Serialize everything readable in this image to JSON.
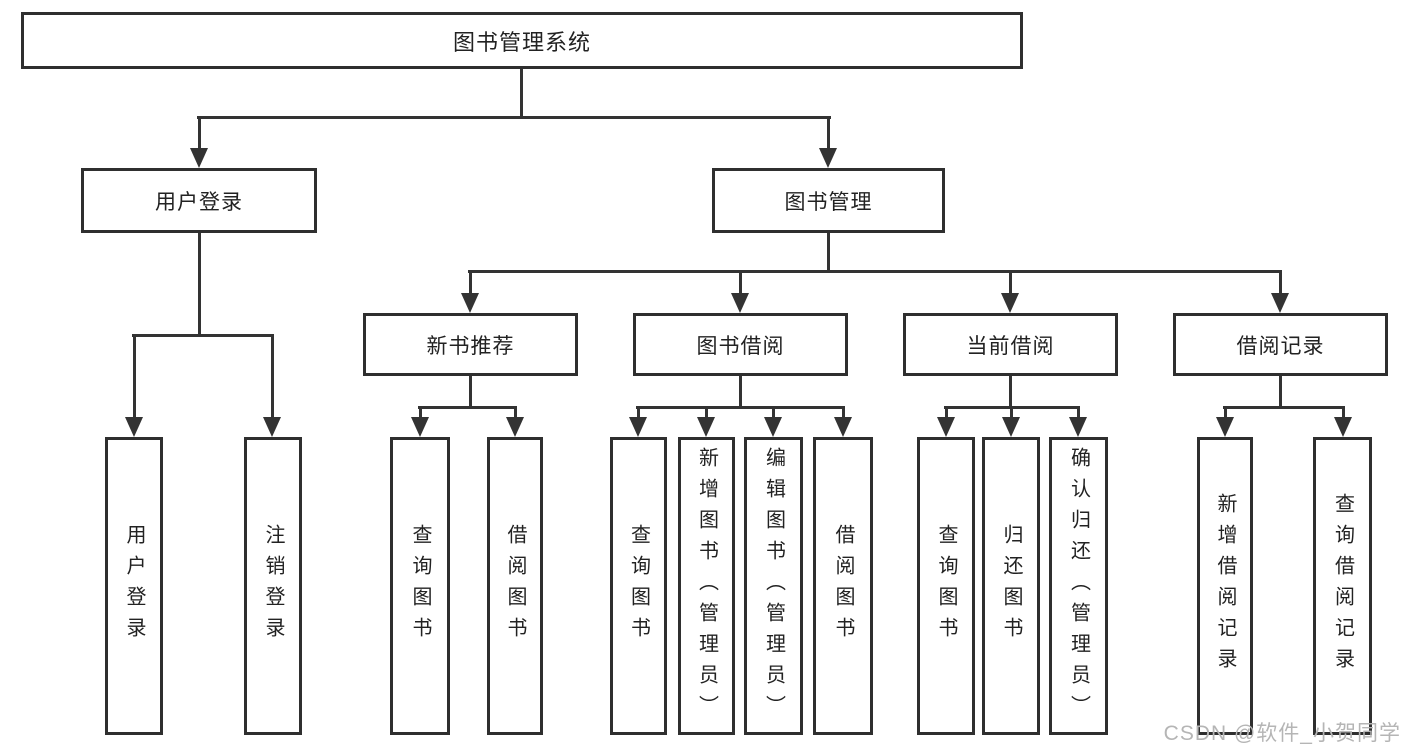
{
  "diagram": {
    "root": {
      "label": "图书管理系统"
    },
    "level2": [
      {
        "id": "user-login",
        "label": "用户登录"
      },
      {
        "id": "book-management",
        "label": "图书管理"
      }
    ],
    "level3": [
      {
        "id": "new-book-recommend",
        "label": "新书推荐",
        "parent": "book-management"
      },
      {
        "id": "book-borrowing",
        "label": "图书借阅",
        "parent": "book-management"
      },
      {
        "id": "current-borrowing",
        "label": "当前借阅",
        "parent": "book-management"
      },
      {
        "id": "borrowing-records",
        "label": "借阅记录",
        "parent": "book-management"
      }
    ],
    "leaves": [
      {
        "id": "user-login-leaf",
        "label": "用户登录",
        "parent": "user-login"
      },
      {
        "id": "logout",
        "label": "注销登录",
        "parent": "user-login"
      },
      {
        "id": "query-books-1",
        "label": "查询图书",
        "parent": "new-book-recommend"
      },
      {
        "id": "borrow-books-1",
        "label": "借阅图书",
        "parent": "new-book-recommend"
      },
      {
        "id": "query-books-2",
        "label": "查询图书",
        "parent": "book-borrowing"
      },
      {
        "id": "add-books-admin",
        "label": "新增图书（管理员）",
        "parent": "book-borrowing"
      },
      {
        "id": "edit-books-admin",
        "label": "编辑图书（管理员）",
        "parent": "book-borrowing"
      },
      {
        "id": "borrow-books-2",
        "label": "借阅图书",
        "parent": "book-borrowing"
      },
      {
        "id": "query-books-3",
        "label": "查询图书",
        "parent": "current-borrowing"
      },
      {
        "id": "return-books",
        "label": "归还图书",
        "parent": "current-borrowing"
      },
      {
        "id": "confirm-return-admin",
        "label": "确认归还（管理员）",
        "parent": "current-borrowing"
      },
      {
        "id": "add-borrow-record",
        "label": "新增借阅记录",
        "parent": "borrowing-records"
      },
      {
        "id": "query-borrow-record",
        "label": "查询借阅记录",
        "parent": "borrowing-records"
      }
    ],
    "colors": {
      "line": "#333333",
      "box_border": "#2f2f2f",
      "box_fill": "#ffffff",
      "text": "#222222",
      "watermark": "#b5b5b5"
    }
  },
  "watermark": {
    "text": "CSDN @软件_小贺同学"
  }
}
